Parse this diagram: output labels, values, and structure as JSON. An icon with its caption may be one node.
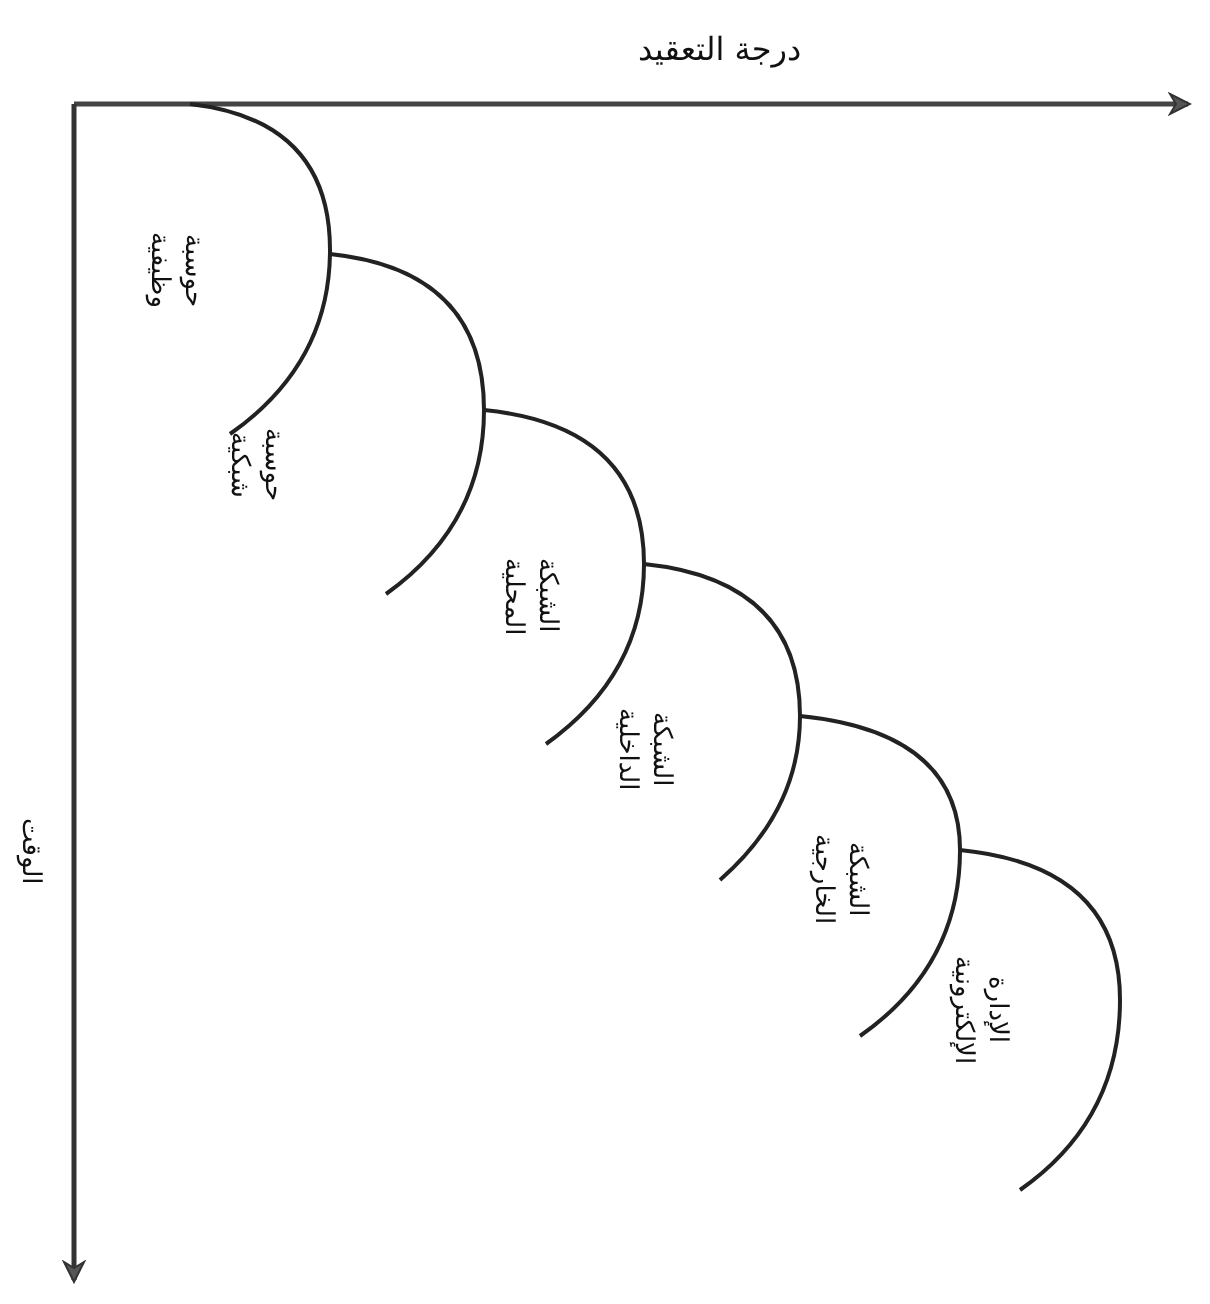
{
  "diagram": {
    "labels": [
      "درجة التعقيد",
      "حوسبة وظيفية",
      "حوسبة شبكية",
      "الشبكة المحلية",
      "الشبكة الداخلية",
      "الشبكة الخارجية",
      "الإدارة الإلكترونية",
      "الوقت"
    ]
  }
}
